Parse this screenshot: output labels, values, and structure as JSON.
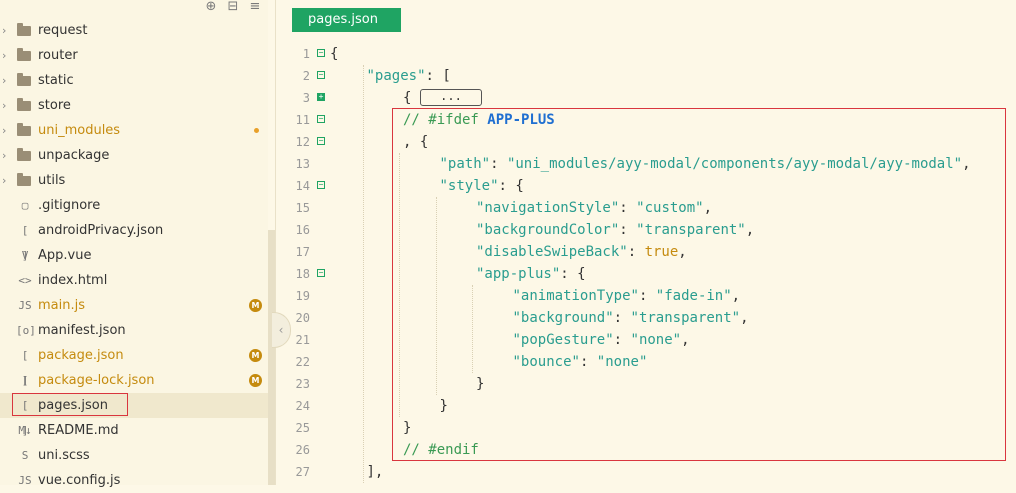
{
  "sidebar": {
    "items": [
      {
        "label": "request",
        "type": "folder",
        "status": "",
        "selected": false
      },
      {
        "label": "router",
        "type": "folder",
        "status": "",
        "selected": false
      },
      {
        "label": "static",
        "type": "folder",
        "status": "",
        "selected": false
      },
      {
        "label": "store",
        "type": "folder",
        "status": "",
        "selected": false
      },
      {
        "label": "uni_modules",
        "type": "folder",
        "status": "dot",
        "selected": false
      },
      {
        "label": "unpackage",
        "type": "folder",
        "status": "",
        "selected": false
      },
      {
        "label": "utils",
        "type": "folder",
        "status": "",
        "selected": false
      },
      {
        "label": ".gitignore",
        "type": "file",
        "glyph": "▢",
        "status": "",
        "selected": false
      },
      {
        "label": "androidPrivacy.json",
        "type": "file",
        "glyph": "[ ]",
        "status": "",
        "selected": false
      },
      {
        "label": "App.vue",
        "type": "file",
        "glyph": "V",
        "status": "",
        "selected": false
      },
      {
        "label": "index.html",
        "type": "file",
        "glyph": "<>",
        "status": "",
        "selected": false
      },
      {
        "label": "main.js",
        "type": "file",
        "glyph": "JS",
        "status": "M",
        "selected": false
      },
      {
        "label": "manifest.json",
        "type": "file",
        "glyph": "[o]",
        "status": "",
        "selected": false
      },
      {
        "label": "package.json",
        "type": "file",
        "glyph": "[ ]",
        "status": "M",
        "selected": false
      },
      {
        "label": "package-lock.json",
        "type": "file",
        "glyph": "[ ]",
        "status": "M",
        "selected": false
      },
      {
        "label": "pages.json",
        "type": "file",
        "glyph": "[ ]",
        "status": "",
        "selected": true
      },
      {
        "label": "README.md",
        "type": "file",
        "glyph": "M↓",
        "status": "",
        "selected": false
      },
      {
        "label": "uni.scss",
        "type": "file",
        "glyph": "S",
        "status": "",
        "selected": false
      },
      {
        "label": "vue.config.js",
        "type": "file",
        "glyph": "JS",
        "status": "",
        "selected": false
      }
    ],
    "modified_badge": "M"
  },
  "editor": {
    "tab_label": "pages.json",
    "folded_placeholder": "...",
    "lines": [
      {
        "n": "1",
        "fold": "minus",
        "indent": 0,
        "parts": [
          {
            "t": "{",
            "c": ""
          }
        ]
      },
      {
        "n": "2",
        "fold": "minus",
        "indent": 1,
        "parts": [
          {
            "t": "\"pages\"",
            "c": "str"
          },
          {
            "t": ": [",
            "c": ""
          }
        ]
      },
      {
        "n": "3",
        "fold": "plus",
        "indent": 2,
        "parts": [
          {
            "t": "{",
            "c": ""
          }
        ]
      },
      {
        "n": "11",
        "fold": "minus",
        "indent": 2,
        "parts": [
          {
            "t": "// #ifdef ",
            "c": "cm"
          },
          {
            "t": "APP-PLUS",
            "c": "cm-kw"
          }
        ]
      },
      {
        "n": "12",
        "fold": "minus",
        "indent": 2,
        "parts": [
          {
            "t": ", {",
            "c": ""
          }
        ]
      },
      {
        "n": "13",
        "fold": "",
        "indent": 3,
        "parts": [
          {
            "t": "\"path\"",
            "c": "str"
          },
          {
            "t": ": ",
            "c": ""
          },
          {
            "t": "\"uni_modules/ayy-modal/components/ayy-modal/ayy-modal\"",
            "c": "str"
          },
          {
            "t": ",",
            "c": ""
          }
        ]
      },
      {
        "n": "14",
        "fold": "minus",
        "indent": 3,
        "parts": [
          {
            "t": "\"style\"",
            "c": "str"
          },
          {
            "t": ": {",
            "c": ""
          }
        ]
      },
      {
        "n": "15",
        "fold": "",
        "indent": 4,
        "parts": [
          {
            "t": "\"navigationStyle\"",
            "c": "str"
          },
          {
            "t": ": ",
            "c": ""
          },
          {
            "t": "\"custom\"",
            "c": "str"
          },
          {
            "t": ",",
            "c": ""
          }
        ]
      },
      {
        "n": "16",
        "fold": "",
        "indent": 4,
        "parts": [
          {
            "t": "\"backgroundColor\"",
            "c": "str"
          },
          {
            "t": ": ",
            "c": ""
          },
          {
            "t": "\"transparent\"",
            "c": "str"
          },
          {
            "t": ",",
            "c": ""
          }
        ]
      },
      {
        "n": "17",
        "fold": "",
        "indent": 4,
        "parts": [
          {
            "t": "\"disableSwipeBack\"",
            "c": "str"
          },
          {
            "t": ": ",
            "c": ""
          },
          {
            "t": "true",
            "c": "kw"
          },
          {
            "t": ",",
            "c": ""
          }
        ]
      },
      {
        "n": "18",
        "fold": "minus",
        "indent": 4,
        "parts": [
          {
            "t": "\"app-plus\"",
            "c": "str"
          },
          {
            "t": ": {",
            "c": ""
          }
        ]
      },
      {
        "n": "19",
        "fold": "",
        "indent": 5,
        "parts": [
          {
            "t": "\"animationType\"",
            "c": "str"
          },
          {
            "t": ": ",
            "c": ""
          },
          {
            "t": "\"fade-in\"",
            "c": "str"
          },
          {
            "t": ",",
            "c": ""
          }
        ]
      },
      {
        "n": "20",
        "fold": "",
        "indent": 5,
        "parts": [
          {
            "t": "\"background\"",
            "c": "str"
          },
          {
            "t": ": ",
            "c": ""
          },
          {
            "t": "\"transparent\"",
            "c": "str"
          },
          {
            "t": ",",
            "c": ""
          }
        ]
      },
      {
        "n": "21",
        "fold": "",
        "indent": 5,
        "parts": [
          {
            "t": "\"popGesture\"",
            "c": "str"
          },
          {
            "t": ": ",
            "c": ""
          },
          {
            "t": "\"none\"",
            "c": "str"
          },
          {
            "t": ",",
            "c": ""
          }
        ]
      },
      {
        "n": "22",
        "fold": "",
        "indent": 5,
        "parts": [
          {
            "t": "\"bounce\"",
            "c": "str"
          },
          {
            "t": ": ",
            "c": ""
          },
          {
            "t": "\"none\"",
            "c": "str"
          }
        ]
      },
      {
        "n": "23",
        "fold": "",
        "indent": 4,
        "parts": [
          {
            "t": "}",
            "c": ""
          }
        ]
      },
      {
        "n": "24",
        "fold": "",
        "indent": 3,
        "parts": [
          {
            "t": "}",
            "c": ""
          }
        ]
      },
      {
        "n": "25",
        "fold": "",
        "indent": 2,
        "parts": [
          {
            "t": "}",
            "c": ""
          }
        ]
      },
      {
        "n": "26",
        "fold": "",
        "indent": 2,
        "parts": [
          {
            "t": "// #endif",
            "c": "cm"
          }
        ]
      },
      {
        "n": "27",
        "fold": "",
        "indent": 1,
        "parts": [
          {
            "t": "],",
            "c": ""
          }
        ]
      }
    ]
  },
  "colors": {
    "accent": "#1fa463",
    "highlight": "#d9363e",
    "modified": "#c58b0f"
  }
}
